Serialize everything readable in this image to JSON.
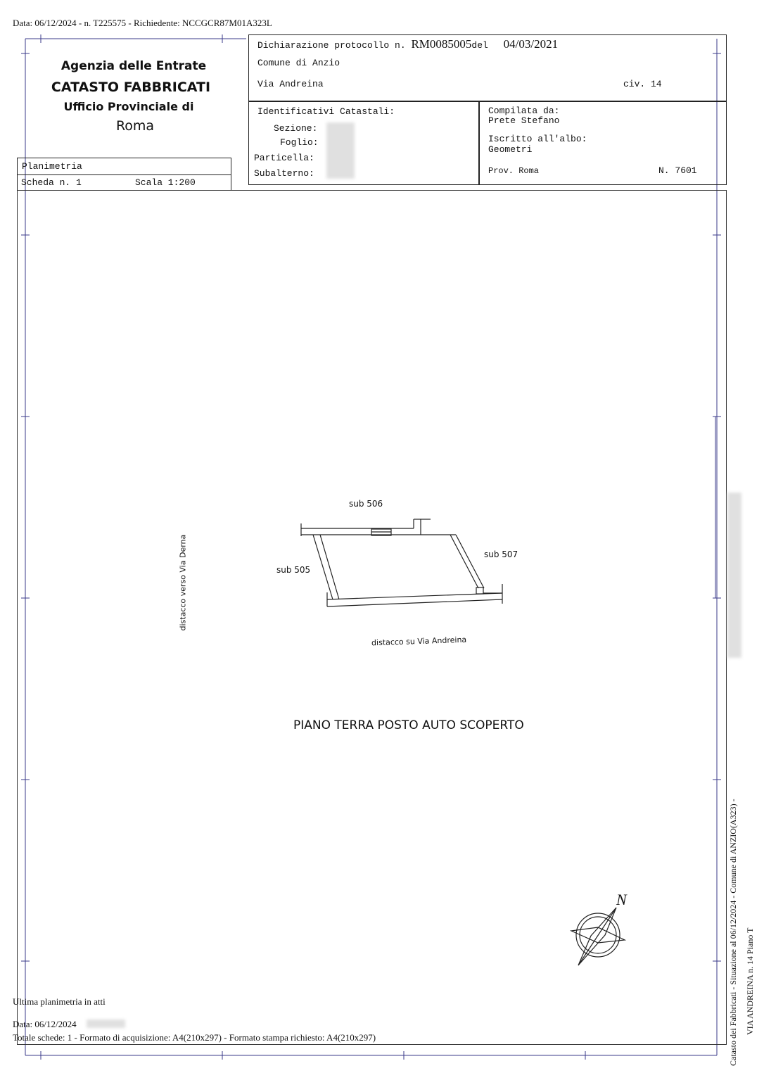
{
  "header_line": "Data: 06/12/2024 - n. T225575 - Richiedente: NCCGCR87M01A323L",
  "agency": {
    "line1": "Agenzia delle Entrate",
    "line2": "CATASTO FABBRICATI",
    "line3": "Ufficio Provinciale di",
    "line4": "Roma"
  },
  "declaration": {
    "prefix": "Dichiarazione protocollo n.",
    "number": "RM0085005",
    "del_label": "del",
    "date": "04/03/2021",
    "comune": "Comune di Anzio",
    "via": "Via Andreina",
    "civ": "civ. 14"
  },
  "identificativi": {
    "title": "Identificativi Catastali:",
    "sezione": "Sezione:",
    "foglio": "Foglio:",
    "particella": "Particella:",
    "subalterno": "Subalterno:"
  },
  "compilata": {
    "label": "Compilata da:",
    "name": "Prete Stefano",
    "albo_label": "Iscritto all'albo:",
    "albo": "Geometri",
    "prov": "Prov. Roma",
    "numero": "N. 7601"
  },
  "planimetria": {
    "label": "Planimetria",
    "scheda": "Scheda n. 1",
    "scala": "Scala 1:200"
  },
  "drawing": {
    "sub506": "sub 506",
    "sub505": "sub 505",
    "sub507": "sub 507",
    "distacco_derna": "distacco verso Via Derna",
    "distacco_andreina": "distacco su Via Andreina",
    "piano": "PIANO TERRA POSTO AUTO SCOPERTO",
    "north": "N"
  },
  "side_text": {
    "line1": "Catasto dei Fabbricati - Situazione al 06/12/2024 - Comune di ANZIO(A323) -",
    "line2": "VIA ANDREINA n. 14 Piano T"
  },
  "footer": {
    "ultima": "Ultima planimetria in atti",
    "data": "Data: 06/12/2024",
    "totale": "Totale schede: 1 - Formato di acquisizione: A4(210x297) - Formato stampa richiesto: A4(210x297)"
  }
}
